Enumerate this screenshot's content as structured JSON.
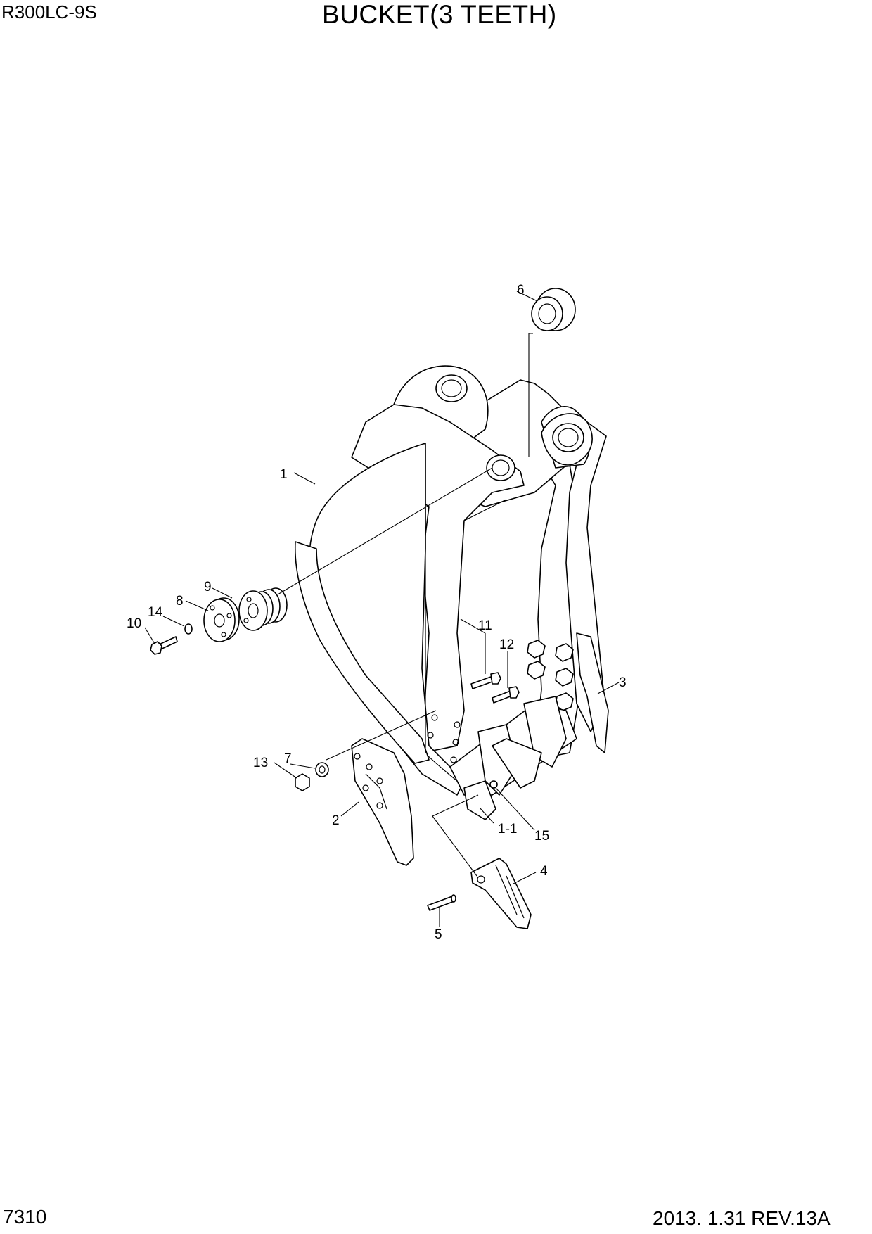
{
  "header": {
    "model": "R300LC-9S",
    "title": "BUCKET(3 TEETH)"
  },
  "footer": {
    "page": "7310",
    "revision": "2013. 1.31  REV.13A"
  },
  "callouts": {
    "c1": "1",
    "c1_1": "1-1",
    "c2": "2",
    "c3": "3",
    "c4": "4",
    "c5": "5",
    "c6": "6",
    "c7": "7",
    "c8": "8",
    "c9": "9",
    "c10": "10",
    "c11": "11",
    "c12": "12",
    "c13": "13",
    "c14": "14",
    "c15": "15"
  }
}
